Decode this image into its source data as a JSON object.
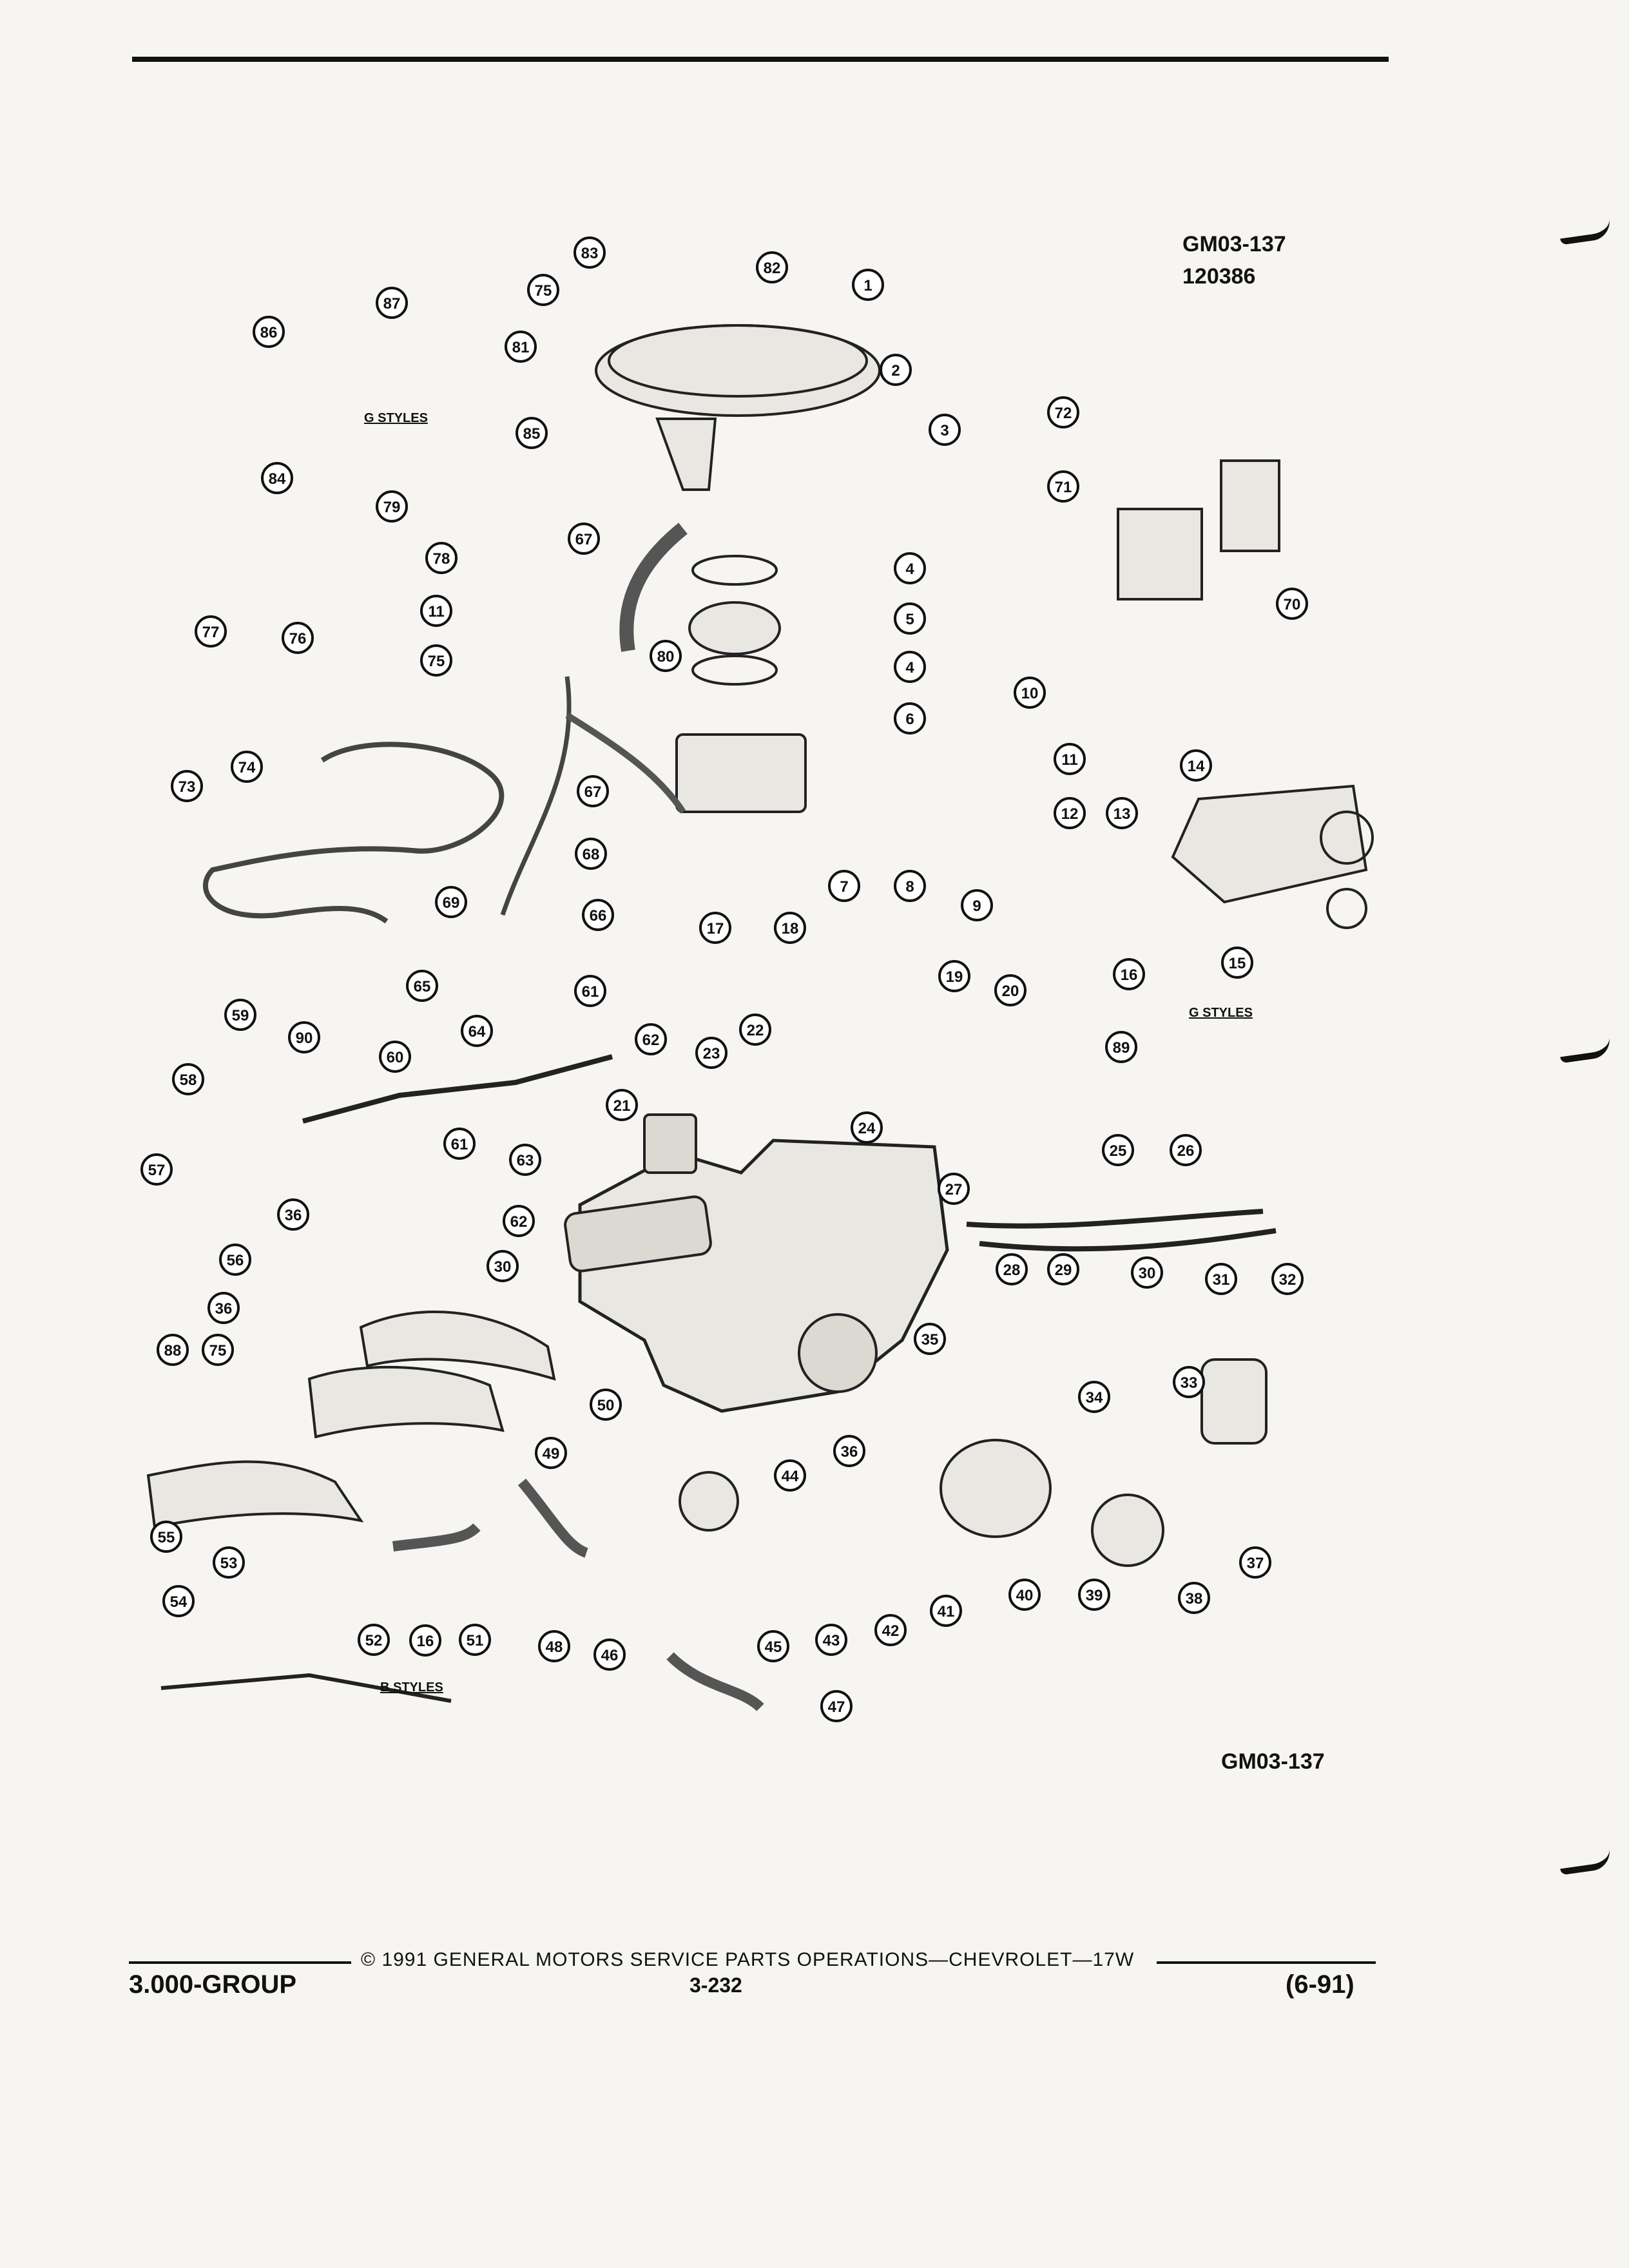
{
  "header": {
    "figure_code": "GM03-137",
    "figure_date": "120386"
  },
  "diagram": {
    "callouts": [
      "1",
      "2",
      "3",
      "4",
      "4",
      "5",
      "6",
      "7",
      "8",
      "9",
      "10",
      "11",
      "11",
      "12",
      "13",
      "14",
      "15",
      "16",
      "16",
      "17",
      "18",
      "19",
      "20",
      "21",
      "22",
      "23",
      "24",
      "25",
      "26",
      "27",
      "28",
      "29",
      "30",
      "30",
      "31",
      "32",
      "33",
      "34",
      "35",
      "36",
      "36",
      "36",
      "37",
      "38",
      "39",
      "40",
      "41",
      "42",
      "43",
      "44",
      "45",
      "46",
      "47",
      "48",
      "49",
      "50",
      "51",
      "52",
      "53",
      "54",
      "55",
      "56",
      "57",
      "58",
      "59",
      "60",
      "61",
      "61",
      "62",
      "62",
      "63",
      "64",
      "65",
      "66",
      "67",
      "67",
      "68",
      "69",
      "70",
      "71",
      "72",
      "73",
      "74",
      "75",
      "75",
      "75",
      "76",
      "77",
      "78",
      "79",
      "80",
      "81",
      "82",
      "83",
      "84",
      "85",
      "86",
      "87",
      "88",
      "89",
      "90"
    ],
    "style_labels": {
      "g_styles_1": "G STYLES",
      "g_styles_2": "G STYLES",
      "b_styles": "B STYLES"
    }
  },
  "footer": {
    "figure_code": "GM03-137",
    "copyright": "© 1991 GENERAL MOTORS SERVICE PARTS OPERATIONS—CHEVROLET—17W",
    "group": "3.000-GROUP",
    "page": "3-232",
    "date": "(6-91)"
  }
}
